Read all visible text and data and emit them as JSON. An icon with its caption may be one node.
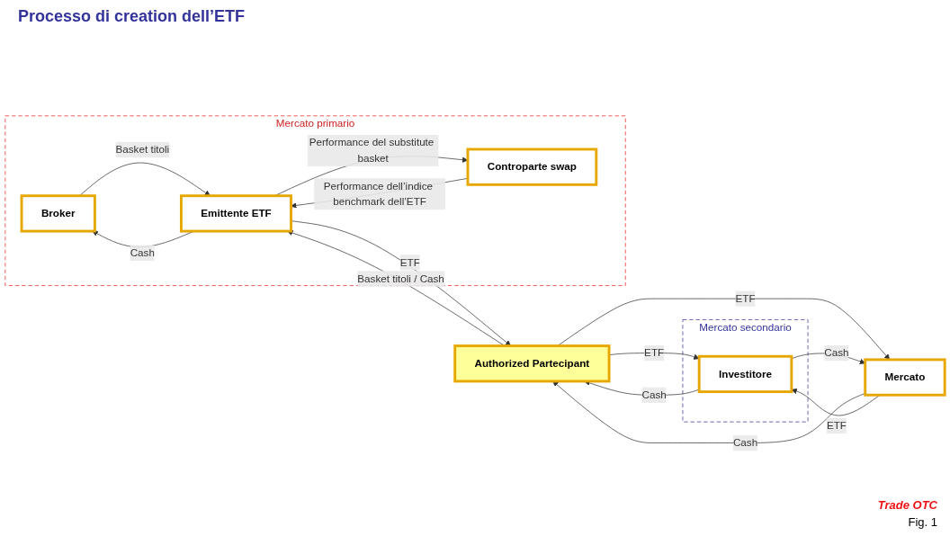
{
  "diagram": {
    "title": "Processo di creation dell’ETF",
    "nodes": [
      {
        "text": [
          "Mercato primario"
        ]
      },
      {
        "text": [
          "Broker"
        ],
        "in": 0
      },
      {
        "text": [
          "Mercato secondario"
        ]
      },
      {
        "text": [
          "Investitore"
        ],
        "in": 2
      },
      {
        "text": [
          "Authorized Partecipant"
        ]
      },
      {
        "text": [
          "Emittente ETF"
        ],
        "in": 0
      },
      {
        "text": [
          "Mercato"
        ]
      },
      {
        "text": [
          "Controparte swap"
        ],
        "in": 0
      }
    ],
    "edges": [
      {
        "from": 3,
        "to": 4,
        "arrow": "to",
        "label": "Cash"
      },
      {
        "from": 4,
        "to": 3,
        "arrow": "to",
        "label": "ETF"
      },
      {
        "from": 4,
        "to": 5,
        "arrow": "to",
        "label": "Basket titoli / Cash"
      },
      {
        "from": 5,
        "to": 4,
        "arrow": "to",
        "label": "ETF"
      },
      {
        "from": 5,
        "to": 1,
        "arrow": "to",
        "label": "Cash"
      },
      {
        "from": 1,
        "to": 5,
        "arrow": "to",
        "label": "Basket titoli"
      },
      {
        "from": 4,
        "to": 6,
        "arrow": "to",
        "label": "ETF"
      },
      {
        "from": 6,
        "to": 4,
        "arrow": "to",
        "label": "Cash"
      },
      {
        "from": 5,
        "to": 7,
        "arrow": "to",
        "label": "Performance del substitute basket"
      },
      {
        "from": 7,
        "to": 5,
        "arrow": "to",
        "label": "Performance dell’indice benchmark dell’ETF"
      },
      {
        "from": 3,
        "to": 6,
        "arrow": "to",
        "label": "Cash"
      },
      {
        "from": 6,
        "to": 3,
        "arrow": "to",
        "label": "ETF"
      }
    ],
    "labels": [
      "Trade OTC",
      "Fig. 1"
    ]
  }
}
